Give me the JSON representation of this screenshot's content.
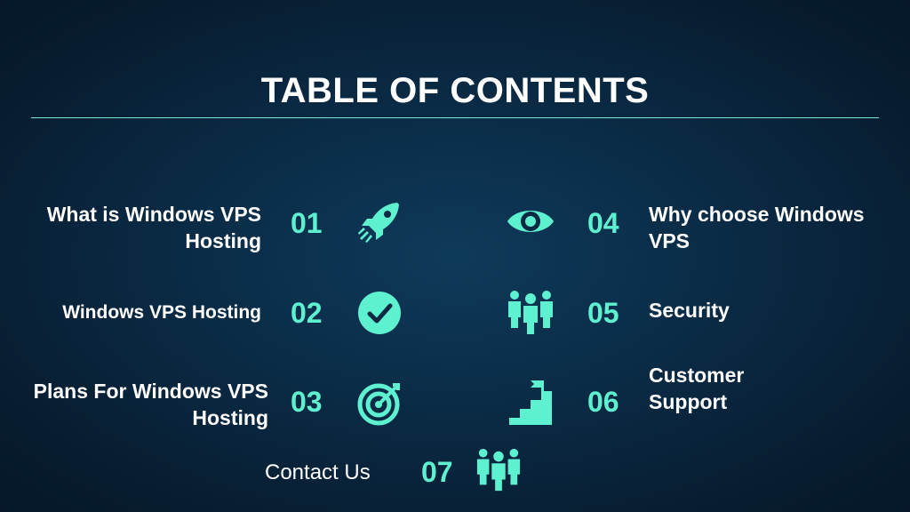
{
  "title": "TABLE OF CONTENTS",
  "accent_color": "#5ef1cf",
  "items": [
    {
      "number": "01",
      "label_line1": "What is Windows VPS",
      "label_line2": "Hosting",
      "icon": "rocket-icon"
    },
    {
      "number": "02",
      "label_line1": "Windows VPS Hosting",
      "icon": "check-circle-icon"
    },
    {
      "number": "03",
      "label_line1": "Plans For Windows VPS",
      "label_line2": "Hosting",
      "icon": "target-icon"
    },
    {
      "number": "04",
      "label_line1": "Why choose Windows",
      "label_line2": "VPS",
      "icon": "eye-icon"
    },
    {
      "number": "05",
      "label_line1": "Security",
      "icon": "people-icon"
    },
    {
      "number": "06",
      "label_line1": "Customer",
      "label_line2": "Support",
      "icon": "stairs-flag-icon"
    },
    {
      "number": "07",
      "label_line1": "Contact Us",
      "icon": "people-icon"
    }
  ]
}
